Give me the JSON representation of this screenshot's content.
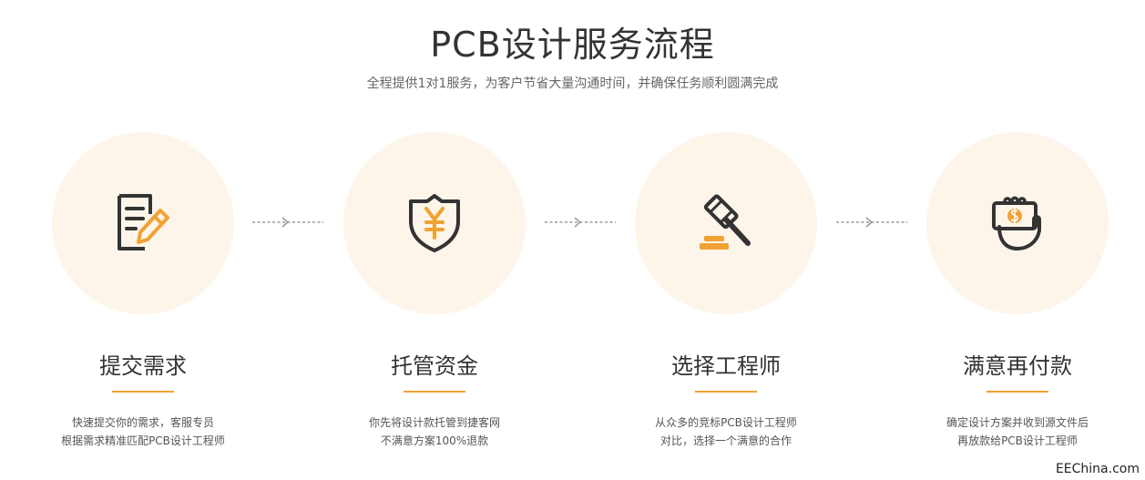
{
  "header": {
    "title": "PCB设计服务流程",
    "subtitle": "全程提供1对1服务，为客户节省大量沟通时间，并确保任务顺利圆满完成"
  },
  "steps": [
    {
      "icon": "document-pencil-icon",
      "title": "提交需求",
      "desc": [
        "快速提交你的需求，客服专员",
        "根据需求精准匹配PCB设计工程师"
      ]
    },
    {
      "icon": "yuan-shield-icon",
      "title": "托管资金",
      "desc": [
        "你先将设计款托管到捷客网",
        "不满意方案100%退款"
      ]
    },
    {
      "icon": "gavel-icon",
      "title": "选择工程师",
      "desc": [
        "从众多的竞标PCB设计工程师",
        "对比，选择一个满意的合作"
      ]
    },
    {
      "icon": "money-hand-icon",
      "title": "满意再付款",
      "desc": [
        "确定设计方案并收到源文件后",
        "再放款给PCB设计工程师"
      ]
    }
  ],
  "watermark": "EEChina.com",
  "colors": {
    "accent": "#f0a233",
    "circle_bg": "#fdf5ea",
    "icon_dark": "#333333"
  }
}
